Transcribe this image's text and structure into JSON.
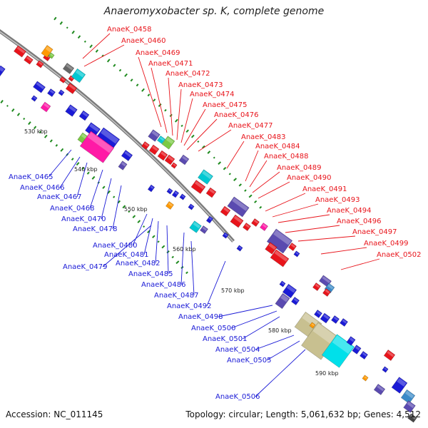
{
  "title": "Anaeromyxobacter sp. K, complete genome",
  "footer": {
    "accession": "Accession: NC_011145",
    "summary": "Topology: circular; Length: 5,061,632 bp; Genes: 4,512"
  },
  "colors": {
    "forward_label": "#e8141b",
    "reverse_label": "#1a1ad6",
    "backbone": "#888888",
    "gc_tick": "#1e8a1e"
  },
  "kbp_marks": [
    "530 kbp",
    "540 kbp",
    "550 kbp",
    "560 kbp",
    "570 kbp",
    "580 kbp",
    "590 kbp"
  ],
  "forward_genes": [
    "AnaeK_0458",
    "AnaeK_0460",
    "AnaeK_0469",
    "AnaeK_0471",
    "AnaeK_0472",
    "AnaeK_0473",
    "AnaeK_0474",
    "AnaeK_0475",
    "AnaeK_0476",
    "AnaeK_0477",
    "AnaeK_0483",
    "AnaeK_0484",
    "AnaeK_0488",
    "AnaeK_0489",
    "AnaeK_0490",
    "AnaeK_0491",
    "AnaeK_0493",
    "AnaeK_0494",
    "AnaeK_0496",
    "AnaeK_0497",
    "AnaeK_0499",
    "AnaeK_0502"
  ],
  "reverse_genes": [
    "AnaeK_0465",
    "AnaeK_0466",
    "AnaeK_0467",
    "AnaeK_0468",
    "AnaeK_0470",
    "AnaeK_0478",
    "AnaeK_0480",
    "AnaeK_0481",
    "AnaeK_0482",
    "AnaeK_0479",
    "AnaeK_0485",
    "AnaeK_0486",
    "AnaeK_0487",
    "AnaeK_0492",
    "AnaeK_0498",
    "AnaeK_0500",
    "AnaeK_0501",
    "AnaeK_0504",
    "AnaeK_0505",
    "AnaeK_0506"
  ]
}
